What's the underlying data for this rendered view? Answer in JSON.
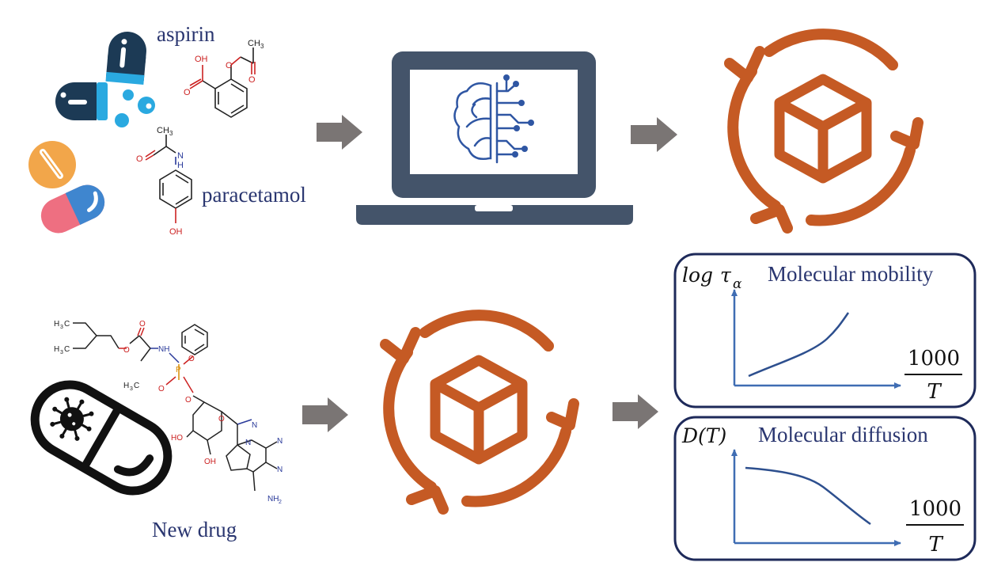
{
  "labels": {
    "aspirin": "aspirin",
    "paracetamol": "paracetamol",
    "new_drug": "New drug"
  },
  "chem_atoms": {
    "aspirin_OH": "OH",
    "aspirin_O1": "O",
    "aspirin_O2": "O",
    "aspirin_O3": "O",
    "aspirin_CH3": "CH",
    "aspirin_CH3_sub": "3",
    "para_CH3": "CH",
    "para_CH3_sub": "3",
    "para_O": "O",
    "para_N": "N",
    "para_H": "H",
    "para_OH": "OH",
    "nd_H3C_top": "H",
    "nd_H3C_top_sub": "3",
    "nd_H3C_top_C": "C",
    "nd_H3C_mid": "H",
    "nd_H3C_mid_sub": "3",
    "nd_H3C_mid_C": "C",
    "nd_O1": "O",
    "nd_O2": "O",
    "nd_NH": "NH",
    "nd_H3C_low": "H",
    "nd_H3C_low_sub": "3",
    "nd_H3C_low_C": "C",
    "nd_P": "P",
    "nd_O3": "O",
    "nd_O4": "O",
    "nd_O5": "O",
    "nd_O6": "O",
    "nd_HO1": "HO",
    "nd_OH": "OH",
    "nd_N1": "N",
    "nd_N2": "N",
    "nd_N3": "N",
    "nd_N4": "N",
    "nd_NH2": "NH",
    "nd_NH2_sub": "2"
  },
  "charts": {
    "mobility": {
      "title": "Molecular mobility",
      "y_label_main": "log",
      "y_label_sym": "τ",
      "y_label_sub": "α",
      "x_num": "1000",
      "x_den": "T"
    },
    "diffusion": {
      "title": "Molecular diffusion",
      "y_label": "D(T)",
      "x_num": "1000",
      "x_den": "T"
    }
  },
  "colors": {
    "navy": "#2a3670",
    "orange": "#c55a24",
    "arrow_gray": "#7a7574",
    "laptop": "#44546a",
    "brain": "#2f56a3",
    "axis_blue": "#3f6db3",
    "pill_dark": "#1c3a55",
    "pill_cyan": "#2aa9e0",
    "pill_orange": "#f2a64a",
    "pill_pink": "#ee6f81",
    "pill_blue": "#3f86cf",
    "chem_red": "#cc2222",
    "chem_blue": "#2a3a9a",
    "chem_phos": "#d88a00"
  },
  "icons": [
    "pill-icon",
    "laptop-icon",
    "brain-circuit-icon",
    "cube-cycle-icon",
    "virus-capsule-icon",
    "arrow-right-icon"
  ]
}
